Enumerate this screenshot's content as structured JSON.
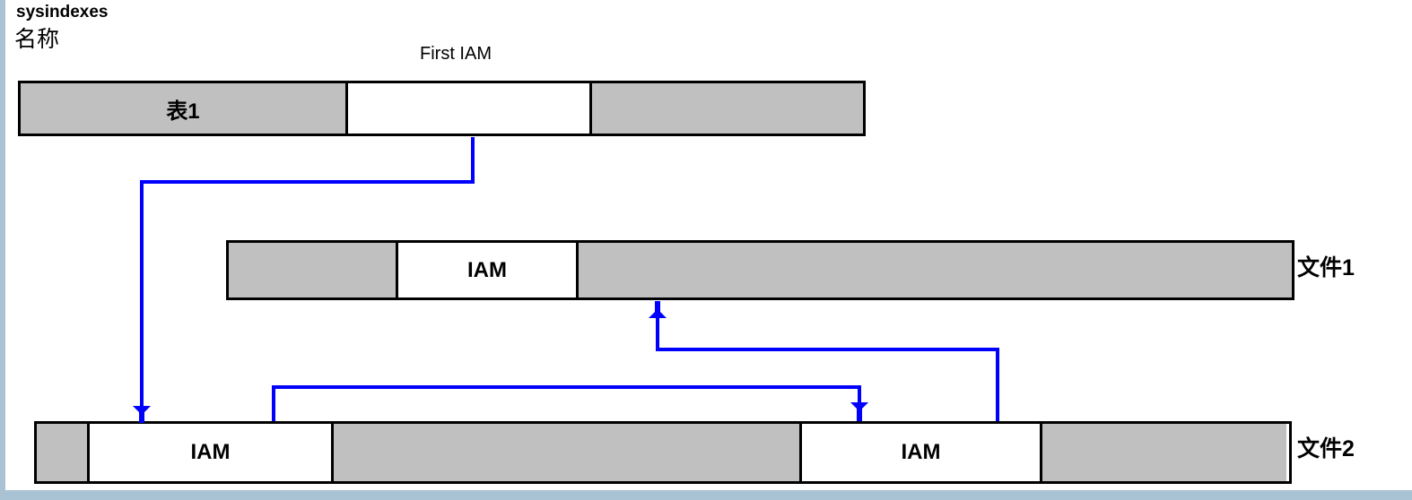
{
  "page": {
    "title": "sysindexes",
    "subtitle": "名称",
    "frame_color": "#a9c3d5",
    "cell_fill_gray": "#c0c0c0",
    "cell_fill_white": "#ffffff",
    "connector_color": "#0000ff",
    "border_color": "#000000"
  },
  "labels": {
    "first_iam": "First IAM",
    "file1": "文件1",
    "file2": "文件2"
  },
  "sysindexes_row": {
    "name": "sysindexes-row",
    "cells": [
      {
        "text": "表1",
        "fill": "gray"
      },
      {
        "text": "",
        "fill": "white"
      },
      {
        "text": "",
        "fill": "gray"
      }
    ]
  },
  "file1_bar": {
    "name": "file1-bar",
    "cells": [
      {
        "text": "",
        "fill": "gray"
      },
      {
        "text": "IAM",
        "fill": "white"
      },
      {
        "text": "",
        "fill": "gray"
      }
    ]
  },
  "file2_bar": {
    "name": "file2-bar",
    "cells": [
      {
        "text": "",
        "fill": "gray"
      },
      {
        "text": "IAM",
        "fill": "white"
      },
      {
        "text": "",
        "fill": "gray"
      },
      {
        "text": "IAM",
        "fill": "white"
      },
      {
        "text": "",
        "fill": "gray"
      }
    ]
  },
  "connectors": [
    {
      "name": "first-iam-to-file2-iam1",
      "from": "sysindexes First IAM cell",
      "to": "file2 IAM (first)",
      "arrowhead": "down"
    },
    {
      "name": "file2-iam1-to-file2-iam2",
      "from": "file2 IAM (first)",
      "to": "file2 IAM (second)",
      "arrowhead": "down"
    },
    {
      "name": "file2-iam2-to-file1-iam",
      "from": "file2 IAM (second)",
      "to": "file1 IAM",
      "arrowhead": "up"
    }
  ]
}
